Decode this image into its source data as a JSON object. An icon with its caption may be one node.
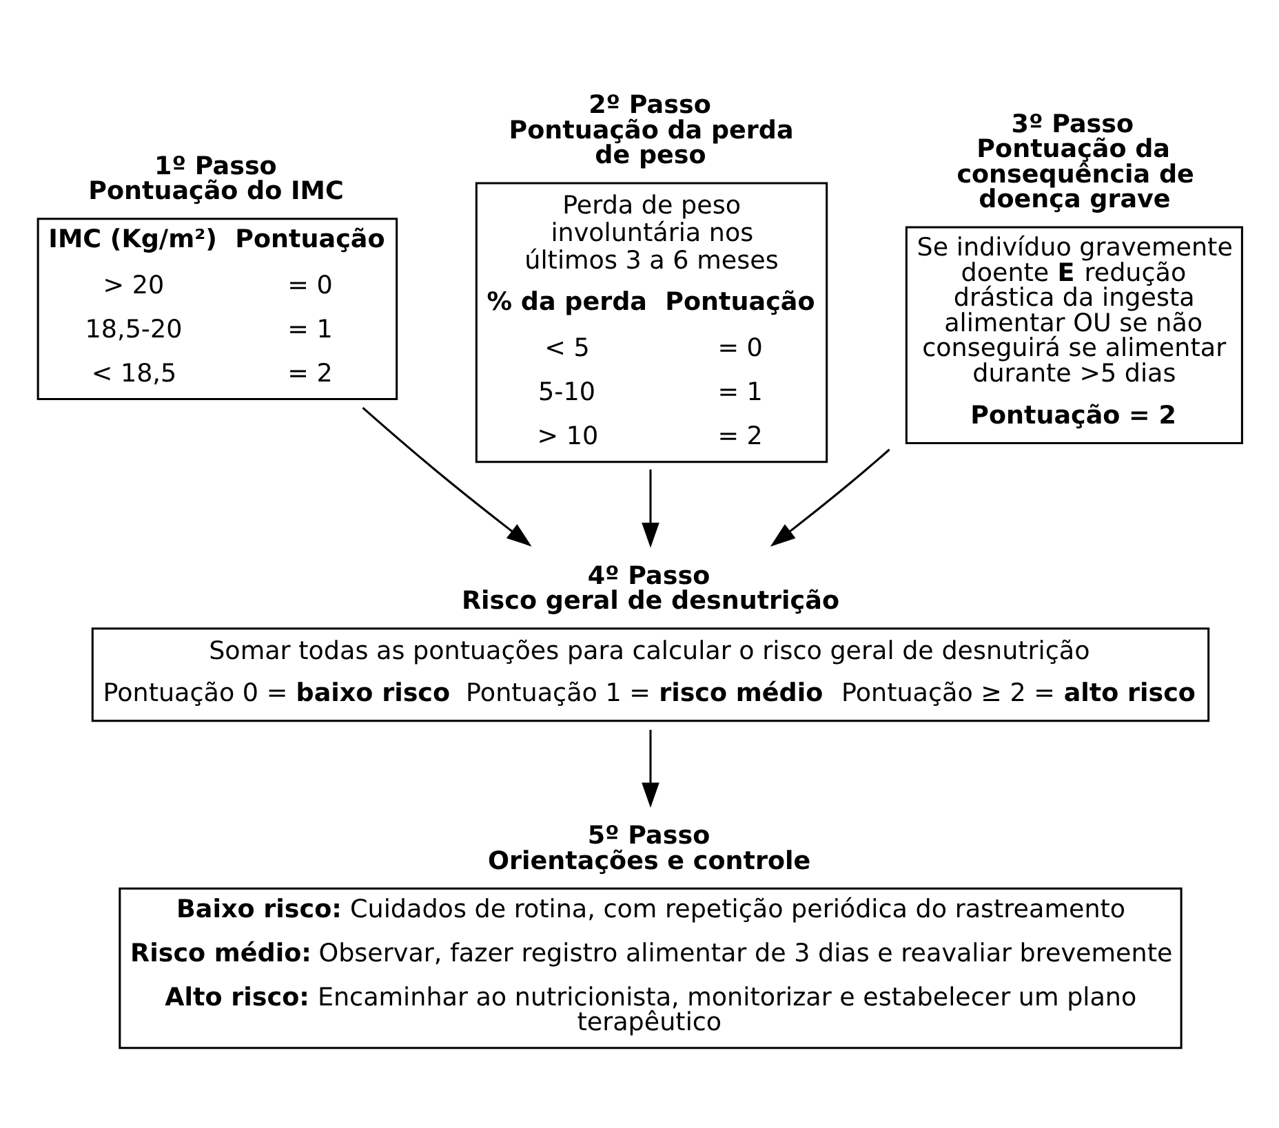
{
  "diagram": {
    "nodes": [
      {
        "text": [
          "1º Passo Pontuação do IMC",
          "IMC (Kg/m²)",
          "Pontuação",
          "> 20",
          "= 0",
          "18,5-20",
          "= 1",
          "< 18,5",
          "= 2"
        ]
      },
      {
        "text": [
          "2º Passo Pontuação da perda de peso",
          "Perda de peso involuntária nos últimos 3 a 6 meses",
          "% da perda",
          "Pontuação",
          "< 5",
          "= 0",
          "5-10",
          "= 1",
          "> 10",
          "= 2"
        ]
      },
      {
        "text": [
          "3º Passo Pontuação da consequência de doença grave",
          "Se indivíduo gravemente doente **E** redução drástica da ingesta alimentar OU se não conseguirá se alimentar durante >5 dias",
          "Pontuação = 2"
        ]
      },
      {
        "text": [
          "4º Passo Risco geral de desnutrição",
          "Somar todas as pontuações para calcular o risco geral de desnutrição",
          "Pontuação 0 = **baixo risco**",
          "Pontuação 1 = **risco médio**",
          "Pontuação ≥ 2 = **alto risco**"
        ]
      },
      {
        "text": [
          "5º Passo Orientações e controle",
          "**Baixo risco:** Cuidados de rotina, com repetição periódica do rastreamento",
          "**Risco médio:** Observar, fazer registro alimentar de 3 dias e reavaliar brevemente",
          "**Alto risco:** Encaminhar ao nutricionista, monitorizar e estabelecer um plano terapêutico"
        ]
      }
    ],
    "edges": [
      {
        "from": 0,
        "to": 3,
        "arrow": "to"
      },
      {
        "from": 1,
        "to": 3,
        "arrow": "to"
      },
      {
        "from": 2,
        "to": 3,
        "arrow": "to"
      },
      {
        "from": 3,
        "to": 4,
        "arrow": "to"
      }
    ]
  }
}
